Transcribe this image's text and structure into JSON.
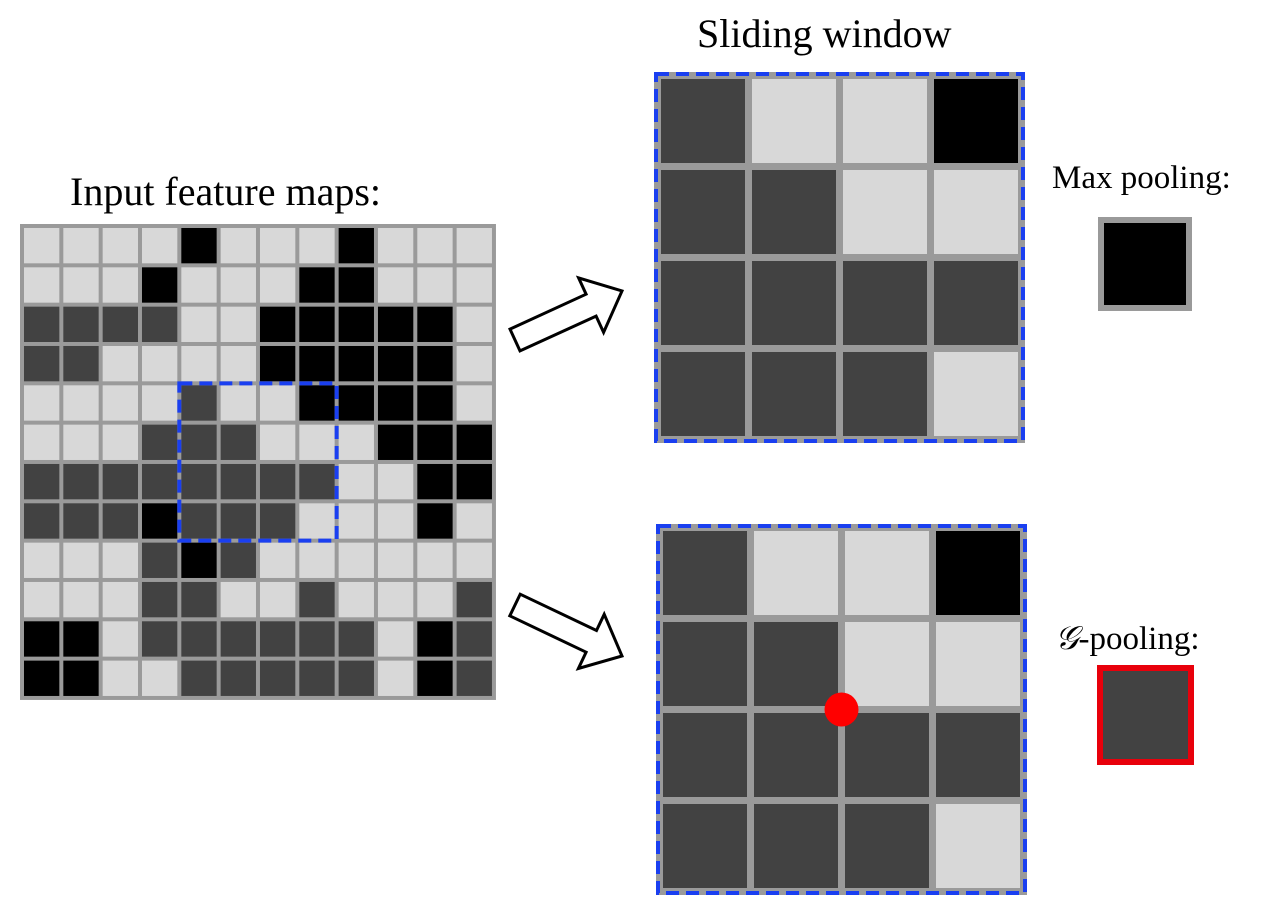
{
  "labels": {
    "input": "Input feature maps:",
    "window": "Sliding window",
    "max": "Max pooling:",
    "g_symbol": "𝒢",
    "g_suffix": "-pooling:"
  },
  "colors": {
    "light": "#d8d8d8",
    "dark": "#424242",
    "black": "#000000",
    "grid": "#9a9a9a",
    "window_border": "#1a3ff0",
    "g_border": "#e8000b",
    "marker": "#ff0000"
  },
  "input_grid": [
    "LLLLBLLLBLLL",
    "LLLBLLLBBLLL",
    "DDDDLLBBBBBL",
    "DDLLLLBBBBBL",
    "LLLLDLLBBBBL",
    "LLLDDDLLLBBB",
    "DDDDDDDDLLBB",
    "DDDBDDDLLLBL",
    "LLLDBDLLLLLL",
    "LLLDDLLDLLLD",
    "BBLDDDDDDLBD",
    "BBLLDDDDDLBD"
  ],
  "window_grid": [
    "DLLB",
    "DDLL",
    "DDDD",
    "DDDL"
  ],
  "window_position": {
    "row": 4,
    "col": 4
  },
  "max_pool_value": "B",
  "g_pool_value": "D"
}
